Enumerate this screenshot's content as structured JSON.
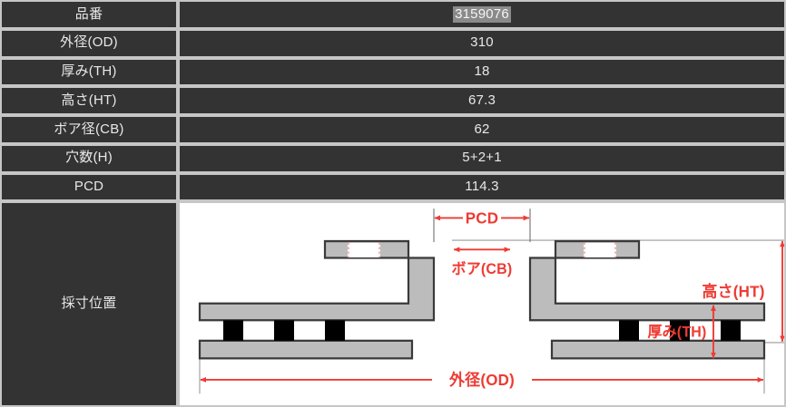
{
  "table": {
    "rows": [
      {
        "label": "品番",
        "value": "3159076",
        "highlight": true
      },
      {
        "label": "外径(OD)",
        "value": "310",
        "highlight": false
      },
      {
        "label": "厚み(TH)",
        "value": "18",
        "highlight": false
      },
      {
        "label": "高さ(HT)",
        "value": "67.3",
        "highlight": false
      },
      {
        "label": "ボア径(CB)",
        "value": "62",
        "highlight": false
      },
      {
        "label": "穴数(H)",
        "value": "5+2+1",
        "highlight": false
      },
      {
        "label": "PCD",
        "value": "114.3",
        "highlight": false
      }
    ],
    "diagram_row_label": "採寸位置"
  },
  "diagram": {
    "annotations": {
      "pcd": "PCD",
      "bore": "ボア(CB)",
      "height": "高さ(HT)",
      "thickness": "厚み(TH)",
      "outer_diameter": "外径(OD)"
    },
    "colors": {
      "dimension_red": "#ee3b33",
      "part_fill": "#bcbcbc",
      "part_stroke": "#3a3a3a",
      "vent_fin": "#000000",
      "extension_line": "#9a9a9a",
      "background": "#ffffff"
    }
  },
  "theme": {
    "cell_background": "#333333",
    "cell_text": "#e8e8e8",
    "cell_border": "#c6c6c6",
    "page_background": "#f2f2f2",
    "selection_background": "#8a8a8a"
  }
}
